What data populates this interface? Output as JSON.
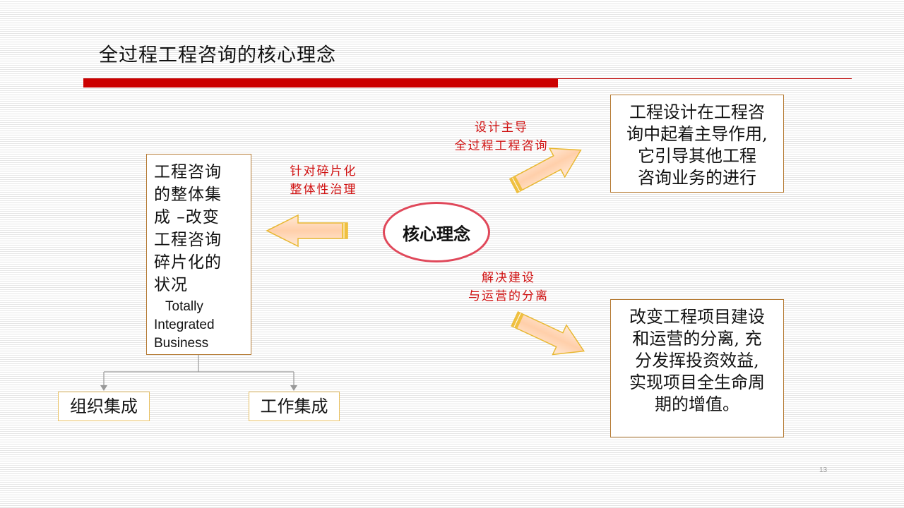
{
  "slide": {
    "title": "全过程工程咨询的核心理念",
    "page_number": "13"
  },
  "center": {
    "label": "核心理念"
  },
  "left_box": {
    "cn_lines": [
      "工程咨询",
      "的整体集",
      "成 –改变",
      "工程咨询",
      "碎片化的",
      "状况"
    ],
    "en_lines": [
      "Totally",
      "Integrated",
      "Business"
    ]
  },
  "left_arrow_label": [
    "针对碎片化",
    "整体性治理"
  ],
  "top_arrow_label": [
    "设计主导",
    "全过程工程咨询"
  ],
  "bottom_arrow_label": [
    "解决建设",
    "与运营的分离"
  ],
  "right_top_box": {
    "lines": [
      "工程设计在工程咨",
      "询中起着主导作用,",
      "它引导其他工程",
      "咨询业务的进行"
    ]
  },
  "right_bottom_box": {
    "lines": [
      "改变工程项目建设",
      "和运营的分离, 充",
      "分发挥投资效益,",
      "实现项目全生命周",
      "期的增值。"
    ]
  },
  "bottom_boxes": {
    "org": "组织集成",
    "work": "工作集成"
  },
  "colors": {
    "accent_red": "#cc0000",
    "label_red": "#d01010",
    "box_border": "#b57a33",
    "arrow_fill": "#ffd9b8",
    "arrow_edge": "#e8b832",
    "ellipse_border": "#e0485a"
  }
}
